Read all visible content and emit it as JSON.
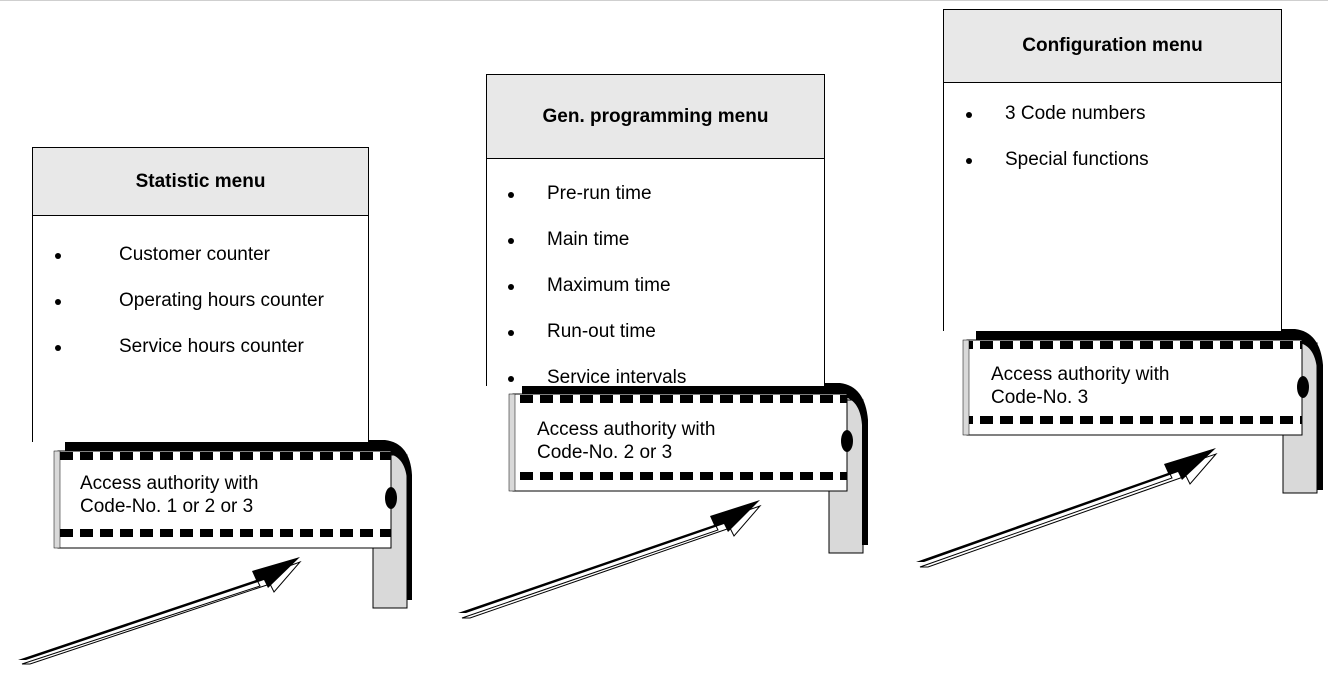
{
  "menus": [
    {
      "title": "Statistic menu",
      "items": [
        "Customer counter",
        "Operating hours counter",
        "Service hours counter"
      ],
      "access": [
        "Access authority with",
        "Code-No. 1 or 2 or 3"
      ]
    },
    {
      "title": "Gen. programming menu",
      "items": [
        "Pre-run time",
        "Main time",
        "Maximum time",
        "Run-out time",
        "Service intervals"
      ],
      "access": [
        "Access authority with",
        "Code-No. 2 or 3"
      ]
    },
    {
      "title": "Configuration menu",
      "items": [
        "3 Code numbers",
        "Special functions"
      ],
      "access": [
        "Access authority with",
        "Code-No. 3"
      ]
    }
  ],
  "colors": {
    "header_bg": "#e8e8e8",
    "gate_post": "#d9d9d9",
    "ink": "#000000"
  }
}
